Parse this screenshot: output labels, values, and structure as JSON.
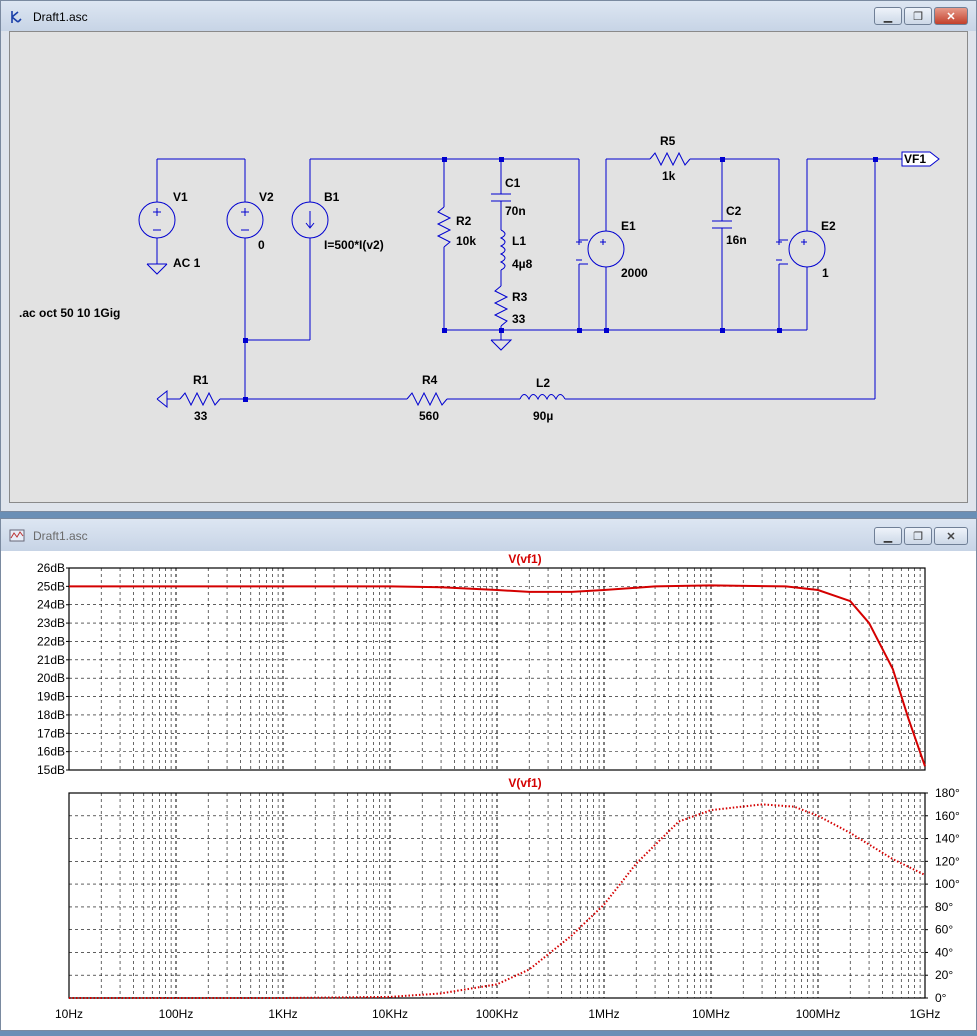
{
  "schematic_window": {
    "title": "Draft1.asc",
    "labels": {
      "V1": "V1",
      "V1_val": "AC 1",
      "V2": "V2",
      "V2_val": "0",
      "B1": "B1",
      "B1_val": "I=500*I(v2)",
      "R2": "R2",
      "R2_val": "10k",
      "C1": "C1",
      "C1_val": "70n",
      "L1": "L1",
      "L1_val": "4µ8",
      "R3": "R3",
      "R3_val": "33",
      "E1": "E1",
      "E1_val": "2000",
      "R5": "R5",
      "R5_val": "1k",
      "C2": "C2",
      "C2_val": "16n",
      "E2": "E2",
      "E2_val": "1",
      "R1": "R1",
      "R1_val": "33",
      "R4": "R4",
      "R4_val": "560",
      "L2": "L2",
      "L2_val": "90µ",
      "net_label": "VF1",
      "directive": ".ac oct 50 10 1Gig"
    }
  },
  "plot_window": {
    "title": "Draft1.asc"
  },
  "chart_data": [
    {
      "type": "line",
      "title": "V(vf1)",
      "ylabel": "",
      "xscale": "log",
      "xlim": [
        10,
        1000000000
      ],
      "ylim": [
        15,
        26
      ],
      "xticks": [
        "10Hz",
        "100Hz",
        "1KHz",
        "10KHz",
        "100KHz",
        "1MHz",
        "10MHz",
        "100MHz",
        "1GHz"
      ],
      "yticks": [
        "15dB",
        "16dB",
        "17dB",
        "18dB",
        "19dB",
        "20dB",
        "21dB",
        "22dB",
        "23dB",
        "24dB",
        "25dB",
        "26dB"
      ],
      "grid": true,
      "series": [
        {
          "name": "V(vf1)",
          "color": "#d40000",
          "style": "solid",
          "x": [
            10,
            1000,
            10000,
            30000,
            100000,
            200000,
            500000,
            1000000,
            3000000,
            10000000,
            50000000,
            100000000,
            200000000,
            300000000,
            500000000,
            700000000,
            1000000000
          ],
          "y": [
            25.0,
            25.0,
            25.0,
            24.95,
            24.8,
            24.7,
            24.7,
            24.8,
            25.0,
            25.05,
            25.0,
            24.8,
            24.2,
            23.0,
            20.5,
            17.8,
            15.2
          ]
        }
      ]
    },
    {
      "type": "line",
      "title": "V(vf1)",
      "ylabel": "",
      "xscale": "log",
      "xlim": [
        10,
        1000000000
      ],
      "ylim": [
        0,
        180
      ],
      "xticks": [
        "10Hz",
        "100Hz",
        "1KHz",
        "10KHz",
        "100KHz",
        "1MHz",
        "10MHz",
        "100MHz",
        "1GHz"
      ],
      "yticks": [
        "0°",
        "20°",
        "40°",
        "60°",
        "80°",
        "100°",
        "120°",
        "140°",
        "160°",
        "180°"
      ],
      "grid": true,
      "series": [
        {
          "name": "V(vf1)",
          "color": "#d40000",
          "style": "dotted",
          "x": [
            10,
            1000,
            10000,
            30000,
            100000,
            200000,
            500000,
            1000000,
            2000000,
            5000000,
            10000000,
            30000000,
            60000000,
            100000000,
            200000000,
            500000000,
            1000000000
          ],
          "y": [
            0,
            0,
            1,
            4,
            12,
            25,
            55,
            82,
            118,
            155,
            165,
            170,
            168,
            160,
            145,
            122,
            108
          ]
        }
      ]
    }
  ]
}
